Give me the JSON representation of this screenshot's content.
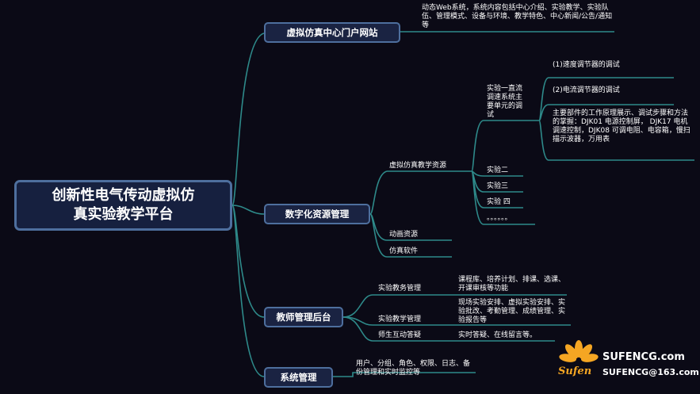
{
  "root": {
    "title_line1": "创新性电气传动虚拟仿",
    "title_line2": "真实验教学平台"
  },
  "branches": [
    {
      "label": "虚拟仿真中心门户网站",
      "desc": "动态Web系统，系统内容包括中心介绍、实验教学、实验队伍、管理模式、设备与环境、教学特色、中心新闻/公告/通知等"
    },
    {
      "label": "数字化资源管理"
    },
    {
      "label": "教师管理后台"
    },
    {
      "label": "系统管理",
      "desc": "用户、分组、角色、权限、日志、备份管理和实时监控等"
    }
  ],
  "resources": {
    "virtual": "虚拟仿真教学资源",
    "animation": "动画资源",
    "software": "仿真软件",
    "exp1": "实验一直流调速系统主要单元的调试",
    "exp1_items": [
      "(1)速度调节器的调试",
      "(2)电流调节器的调试",
      "主要部件的工作原理展示、调试步骤和方法的掌握：DJK01 电源控制屏， DJK17 电机调速控制，DJK08 可调电阻、电容箱，慢扫描示波器，万用表"
    ],
    "exp2": "实验二",
    "exp3": "实验三",
    "exp4": "实验 四",
    "more": "。。。。。。"
  },
  "teacher": [
    {
      "label": "实验教务管理",
      "desc": "课程库、培养计划、排课、选课、开课审核等功能"
    },
    {
      "label": "实验教学管理",
      "desc": "现场实验安排、虚拟实验安排、实验批改、考勤管理、成绩管理、实验报告等"
    },
    {
      "label": "师生互动答疑",
      "desc": "实时答疑、在线留言等。"
    }
  ],
  "watermark": {
    "brand": "Sufen",
    "site": "SUFENCG.com",
    "email": "SUFENCG@163.com"
  },
  "colors": {
    "background": "#0b0a16",
    "line": "#2e8a8a",
    "node_fill": "#1a2342",
    "node_border": "#4e6f9e",
    "logo": "#f5a623"
  }
}
